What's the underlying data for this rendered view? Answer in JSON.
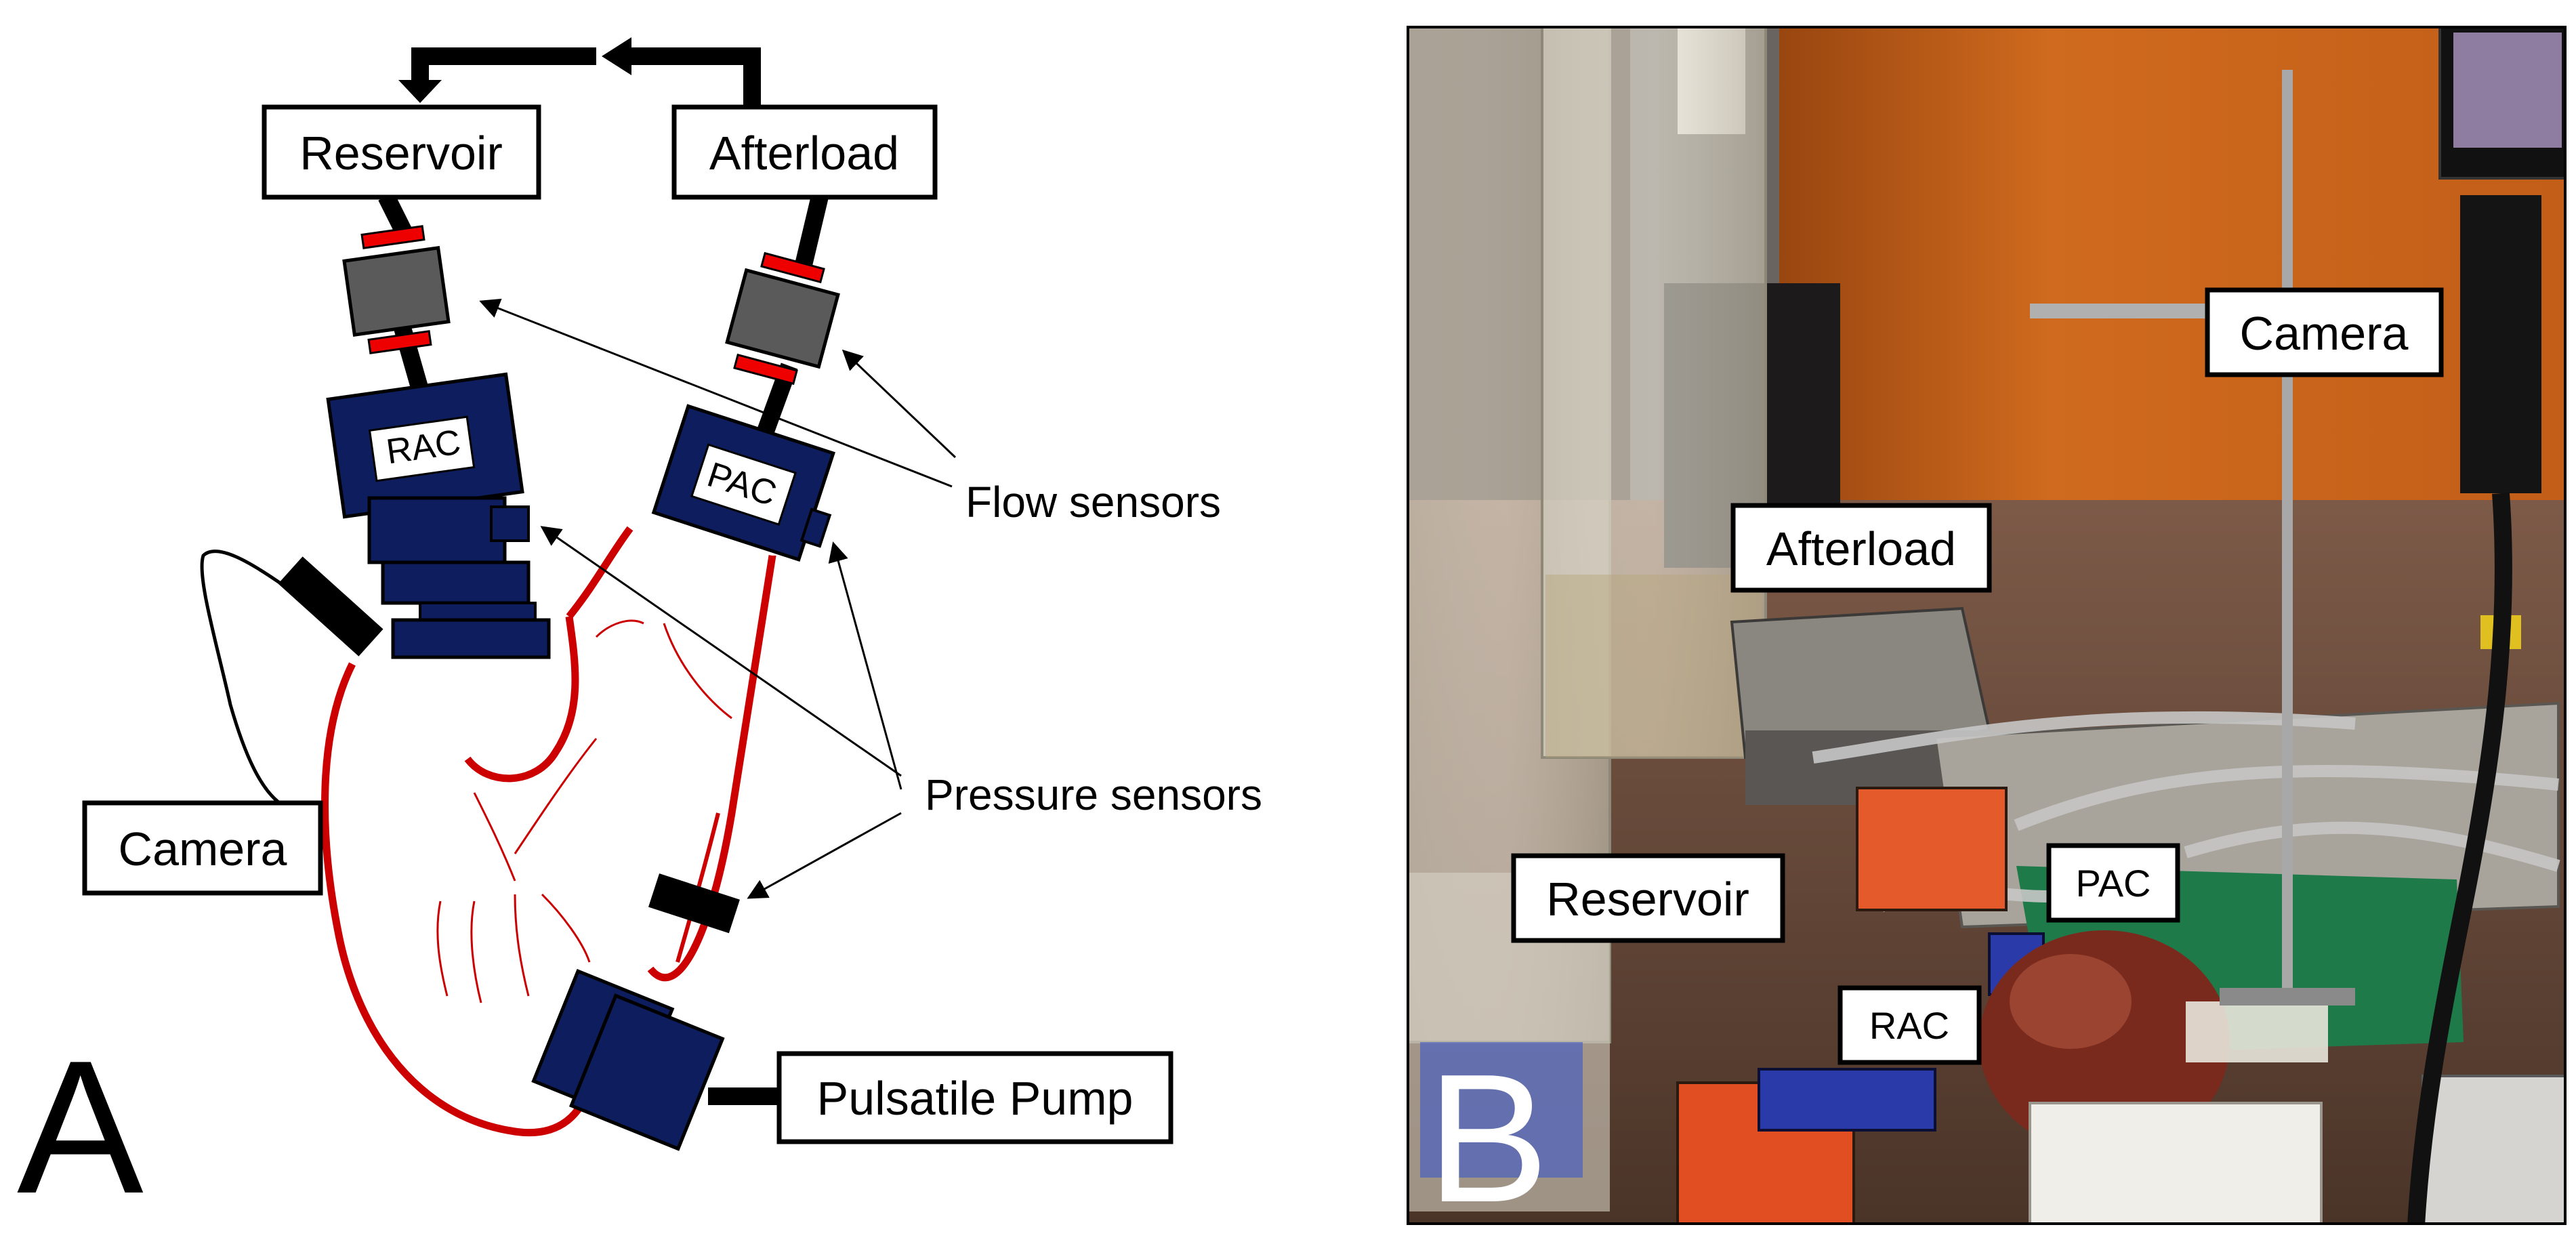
{
  "panel_a": {
    "panel_letter": "A",
    "labels": {
      "reservoir": "Reservoir",
      "afterload": "Afterload",
      "rac": "RAC",
      "pac": "PAC",
      "flow_sensors": "Flow sensors",
      "pressure_sensors": "Pressure sensors",
      "camera": "Camera",
      "pulsatile_pump": "Pulsatile Pump"
    }
  },
  "panel_b": {
    "panel_letter": "B",
    "labels": {
      "camera": "Camera",
      "afterload": "Afterload",
      "reservoir": "Reservoir",
      "pac": "PAC",
      "rac": "RAC"
    }
  },
  "colors": {
    "tube": "#000000",
    "vessel": "#cc0000",
    "atrium": "#0d1d5e",
    "flow_sensor_body": "#5a5a5a",
    "flow_sensor_band": "#ee0000",
    "wall": "#c8641c",
    "bench": "#6a4a3a"
  }
}
